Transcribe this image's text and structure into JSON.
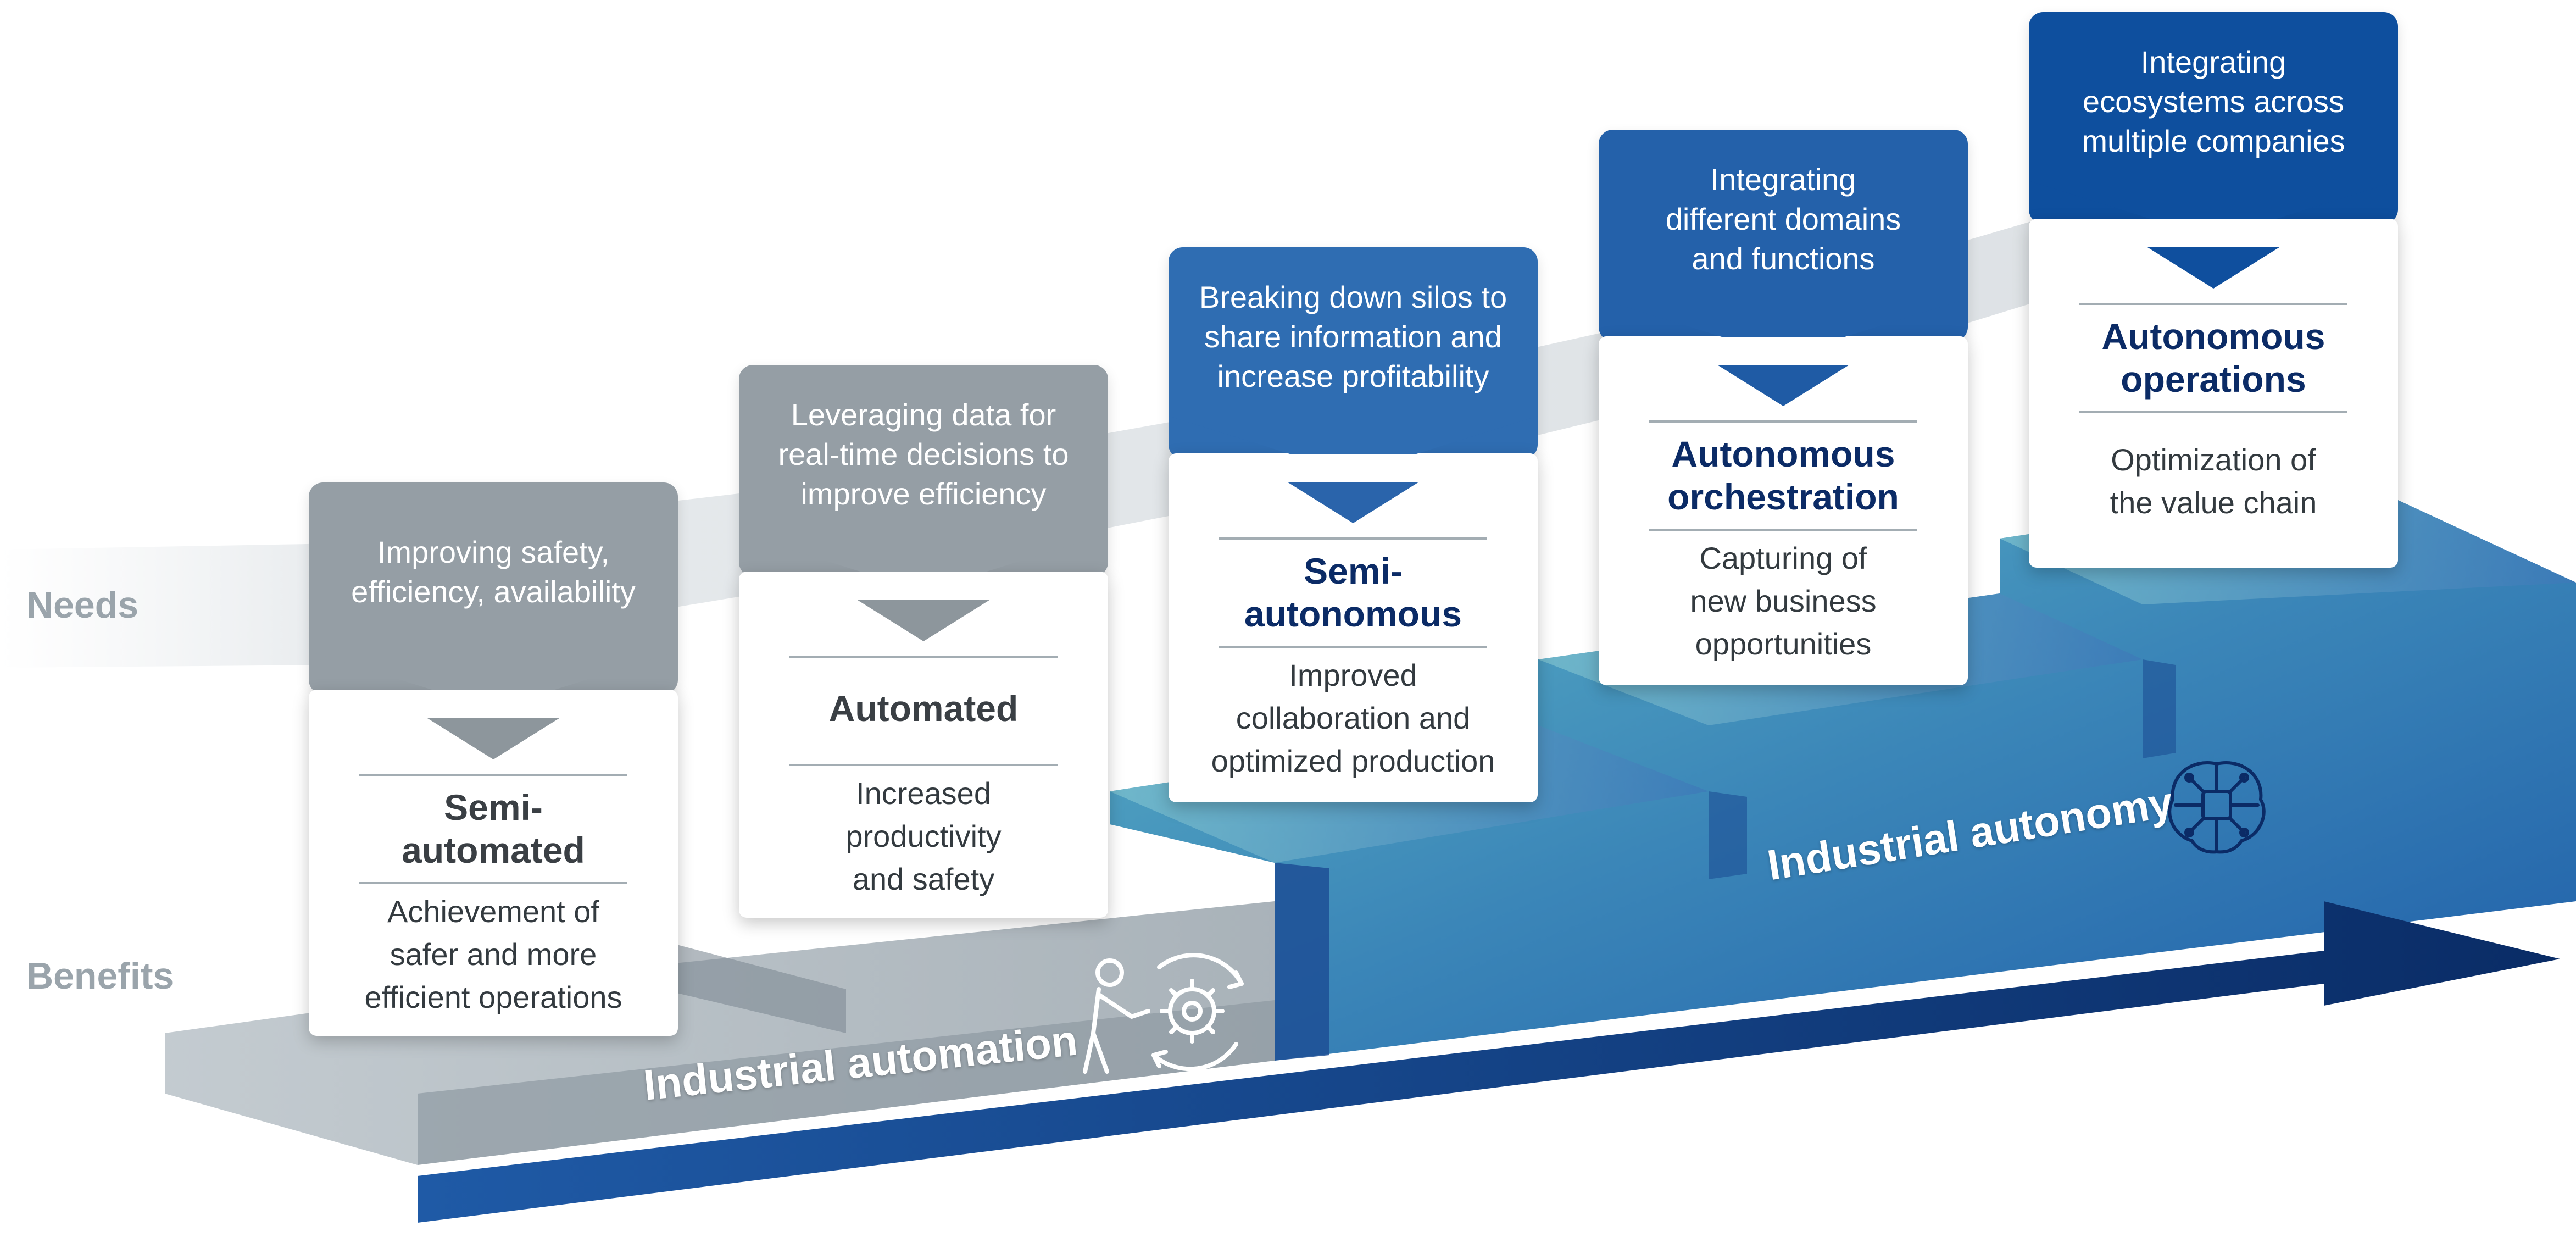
{
  "labels": {
    "needs": "Needs",
    "benefits": "Benefits"
  },
  "stages": [
    {
      "need_lines": [
        "Improving safety,",
        "efficiency, availability"
      ],
      "title_lines": [
        "Semi-",
        "automated"
      ],
      "benefit_lines": [
        "Achievement of",
        "safer and more",
        "efficient operations"
      ]
    },
    {
      "need_lines": [
        "Leveraging data for",
        "real-time decisions to",
        "improve efficiency"
      ],
      "title_lines": [
        "Automated"
      ],
      "benefit_lines": [
        "Increased",
        "productivity",
        "and safety"
      ]
    },
    {
      "need_lines": [
        "Breaking down silos to",
        "share information and",
        "increase profitability"
      ],
      "title_lines": [
        "Semi-",
        "autonomous"
      ],
      "benefit_lines": [
        "Improved",
        "collaboration and",
        "optimized production"
      ]
    },
    {
      "need_lines": [
        "Integrating",
        "different domains",
        "and functions"
      ],
      "title_lines": [
        "Autonomous",
        "orchestration"
      ],
      "benefit_lines": [
        "Capturing of",
        "new business",
        "opportunities"
      ]
    },
    {
      "need_lines": [
        "Integrating",
        "ecosystems across",
        "multiple companies"
      ],
      "title_lines": [
        "Autonomous",
        "operations"
      ],
      "benefit_lines": [
        "Optimization of",
        "the value chain"
      ]
    }
  ],
  "bands": {
    "automation": "Industrial automation",
    "autonomy": "Industrial autonomy"
  },
  "icons": {
    "automation": "worker-with-gear-cycle-icon",
    "autonomy": "circuit-brain-icon"
  },
  "colors": {
    "gray_bubble": "#959ea5",
    "blue_bubble_1": "#2f6db2",
    "blue_bubble_2": "#2461aa",
    "blue_bubble_3": "#0e4f9e",
    "navy_title": "#0b2b66",
    "arrow_navy": "#0c3575",
    "label_gray": "#9aa4ab"
  }
}
